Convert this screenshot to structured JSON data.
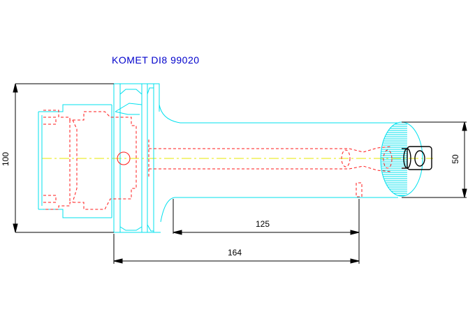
{
  "title": "KOMET DI8 99020",
  "dimensions": {
    "overall_diameter": "100",
    "cutting_diameter": "50",
    "reach_length": "125",
    "total_length": "164"
  },
  "colors": {
    "outline": "#00e0ee",
    "hidden": "#ff1a1a",
    "centerline": "#e8e800",
    "dimension": "#000000",
    "title": "#0000cc"
  }
}
